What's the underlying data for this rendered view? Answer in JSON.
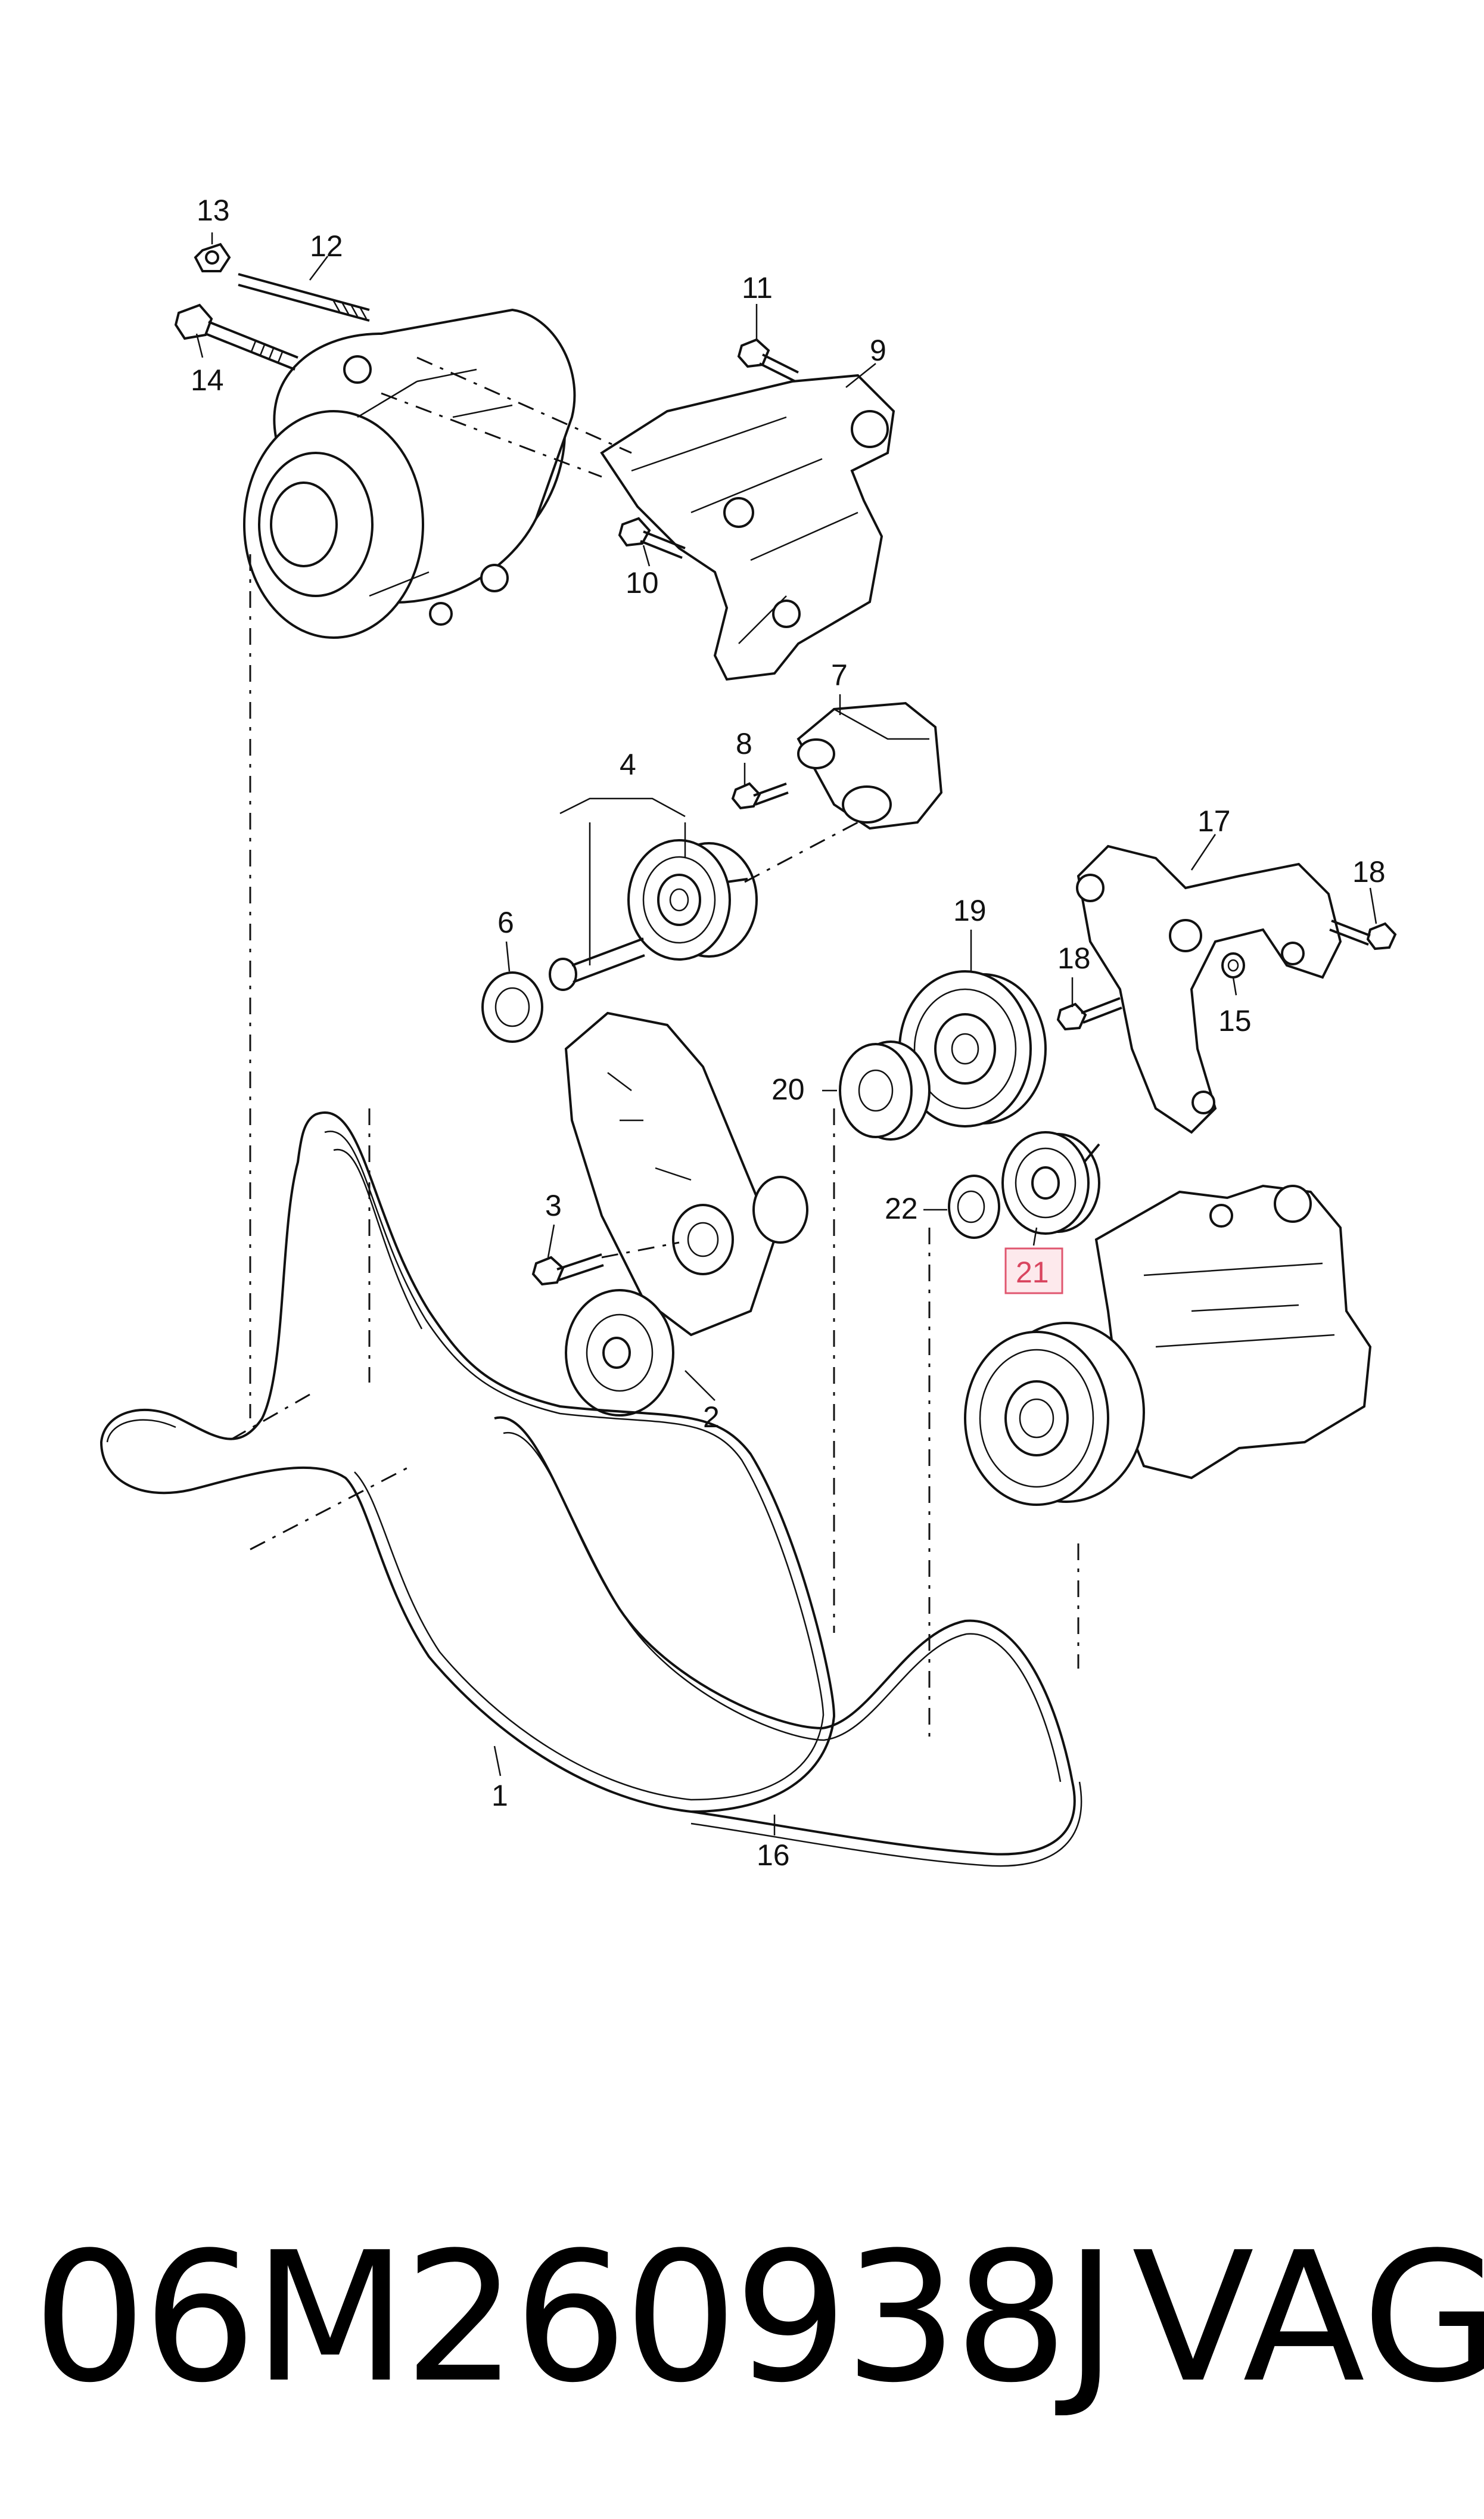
{
  "diagram": {
    "callouts": {
      "c1": "1",
      "c2": "2",
      "c3": "3",
      "c4": "4",
      "c6": "6",
      "c7": "7",
      "c8": "8",
      "c9": "9",
      "c10": "10",
      "c11": "11",
      "c12": "12",
      "c13": "13",
      "c14": "14",
      "c15": "15",
      "c16": "16",
      "c17": "17",
      "c18a": "18",
      "c18b": "18",
      "c19": "19",
      "c20": "20",
      "c21": "21",
      "c22": "22"
    },
    "highlighted_callout": "21",
    "highlight_color": "#e0566f"
  },
  "footer": {
    "part_number": "06M260938J",
    "brand": "VAG"
  }
}
